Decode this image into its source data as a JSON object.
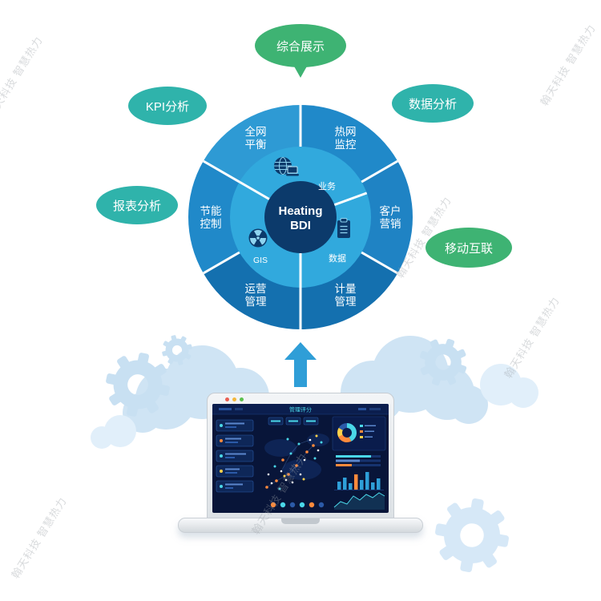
{
  "watermark": {
    "text": "翰天科技 智慧热力"
  },
  "bubbles": {
    "top": {
      "label": "综合展示",
      "color": "#3eb373"
    },
    "kpi": {
      "label": "KPI分析",
      "color": "#2fb3ab"
    },
    "data_analysis": {
      "label": "数据分析",
      "color": "#2fb3ab"
    },
    "report": {
      "label": "报表分析",
      "color": "#2fb3ab"
    },
    "mobile": {
      "label": "移动互联",
      "color": "#3eb373"
    }
  },
  "wheel": {
    "center": {
      "line1": "Heating",
      "line2": "BDI",
      "color": "#0c3a6b"
    },
    "outer_segments": [
      {
        "l1": "全网",
        "l2": "平衡",
        "color": "#2e9ad4"
      },
      {
        "l1": "热网",
        "l2": "监控",
        "color": "#2089c9"
      },
      {
        "l1": "客户",
        "l2": "营销",
        "color": "#1f83c4"
      },
      {
        "l1": "计量",
        "l2": "管理",
        "color": "#1470af"
      },
      {
        "l1": "运营",
        "l2": "管理",
        "color": "#1470af"
      },
      {
        "l1": "节能",
        "l2": "控制",
        "color": "#2089c9"
      }
    ],
    "inner_ring_color": "#31a9dd",
    "inner_segments": [
      {
        "label": "业务",
        "icon": "globe-laptop-icon"
      },
      {
        "label": "数据",
        "icon": "clipboard-icon"
      },
      {
        "label": "GIS",
        "icon": "gis-radar-icon"
      }
    ]
  },
  "arrow_color": "#2f9ed7",
  "laptop": {
    "screen_title": "管理评分"
  }
}
